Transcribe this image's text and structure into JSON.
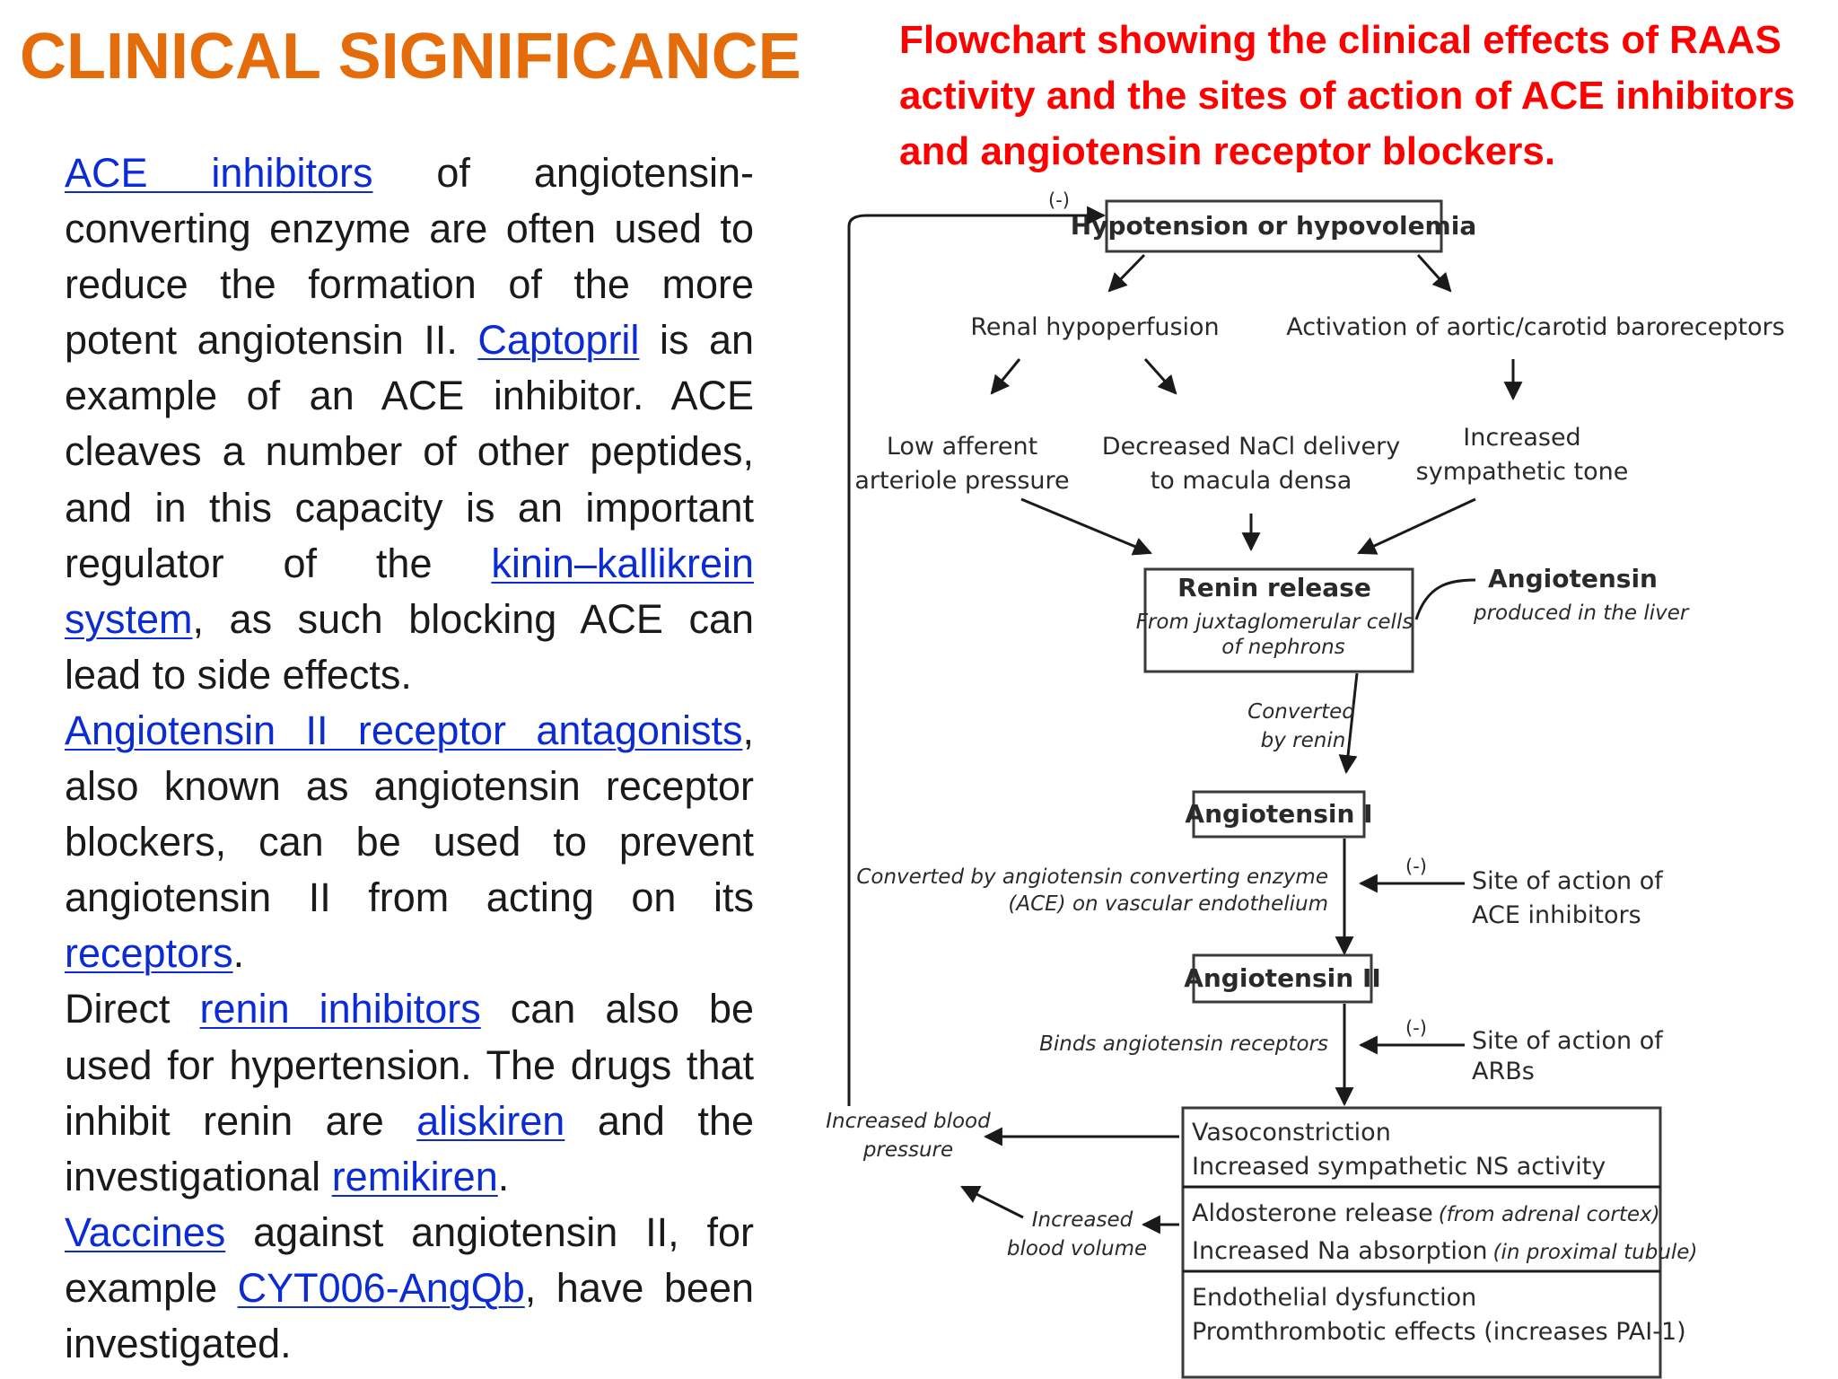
{
  "slide": {
    "title": "CLINICAL SIGNIFICANCE",
    "caption": "Flowchart showing the clinical effects of RAAS activity and the sites of action of ACE inhibitors and angiotensin receptor blockers."
  },
  "body": {
    "p1": {
      "link_ace_inhibitors": "ACE inhibitors",
      "t1": " of angiotensin-converting enzyme are often used to reduce the formation of the more potent angiotensin II. ",
      "link_captopril": "Captopril",
      "t2": " is an example of an ACE inhibitor. ACE cleaves a number of other peptides, and in this capacity is an important regulator of the ",
      "link_kinin": "kinin–kallikrein system",
      "t3": ", as such blocking ACE can lead to side effects."
    },
    "p2": {
      "link_arb": "Angiotensin II receptor antagonists",
      "t1": ", also known as angiotensin receptor blockers, can be used to prevent angiotensin II from acting on its ",
      "link_receptors": "receptors",
      "t2": "."
    },
    "p3": {
      "t0": "Direct ",
      "link_renin_inhibitors": "renin inhibitors",
      "t1": " can also be used for hypertension. The drugs that inhibit renin are ",
      "link_aliskiren": "aliskiren",
      "t2": " and the investigational ",
      "link_remikiren": "remikiren",
      "t3": "."
    },
    "p4": {
      "link_vaccines": "Vaccines",
      "t1": " against angiotensin II, for example ",
      "link_cyt": "CYT006-AngQb",
      "t2": ", have been investigated."
    }
  },
  "flowchart": {
    "hypotension": "Hypotension or hypovolemia",
    "neg_feedback": "(-)",
    "renal_hypoperfusion": "Renal hypoperfusion",
    "baroreceptors": "Activation of aortic/carotid baroreceptors",
    "low_afferent_1": "Low afferent",
    "low_afferent_2": "arteriole pressure",
    "nacl_1": "Decreased NaCl delivery",
    "nacl_2": "to macula densa",
    "sympathetic_1": "Increased",
    "sympathetic_2": "sympathetic tone",
    "renin_release": "Renin release",
    "renin_from_1": "From juxtaglomerular cells",
    "renin_from_2": "of nephrons",
    "angiotensinogen": "Angiotensin",
    "angiotensinogen_sub": "produced in the liver",
    "converted_1": "Converted",
    "converted_2": "by renin",
    "angiotensin_1": "Angiotensin I",
    "ace_conv_1": "Converted by angiotensin converting enzyme",
    "ace_conv_2": "(ACE) on vascular endothelium",
    "ace_neg": "(-)",
    "ace_site_1": "Site of action of",
    "ace_site_2": "ACE inhibitors",
    "angiotensin_2": "Angiotensin II",
    "binds": "Binds angiotensin receptors",
    "arb_neg": "(-)",
    "arb_site_1": "Site of action of",
    "arb_site_2": "ARBs",
    "effects_1a": "Vasoconstriction",
    "effects_1b": "Increased sympathetic NS activity",
    "effects_2a": "Aldosterone release",
    "effects_2a_note": "(from adrenal cortex)",
    "effects_2b": "Increased Na absorption",
    "effects_2b_note": "(in proximal tubule)",
    "effects_3a": "Endothelial dysfunction",
    "effects_3b": "Promthrombotic effects (increases PAI-1)",
    "inc_bp_1": "Increased blood",
    "inc_bp_2": "pressure",
    "inc_bv_1": "Increased",
    "inc_bv_2": "blood volume"
  }
}
